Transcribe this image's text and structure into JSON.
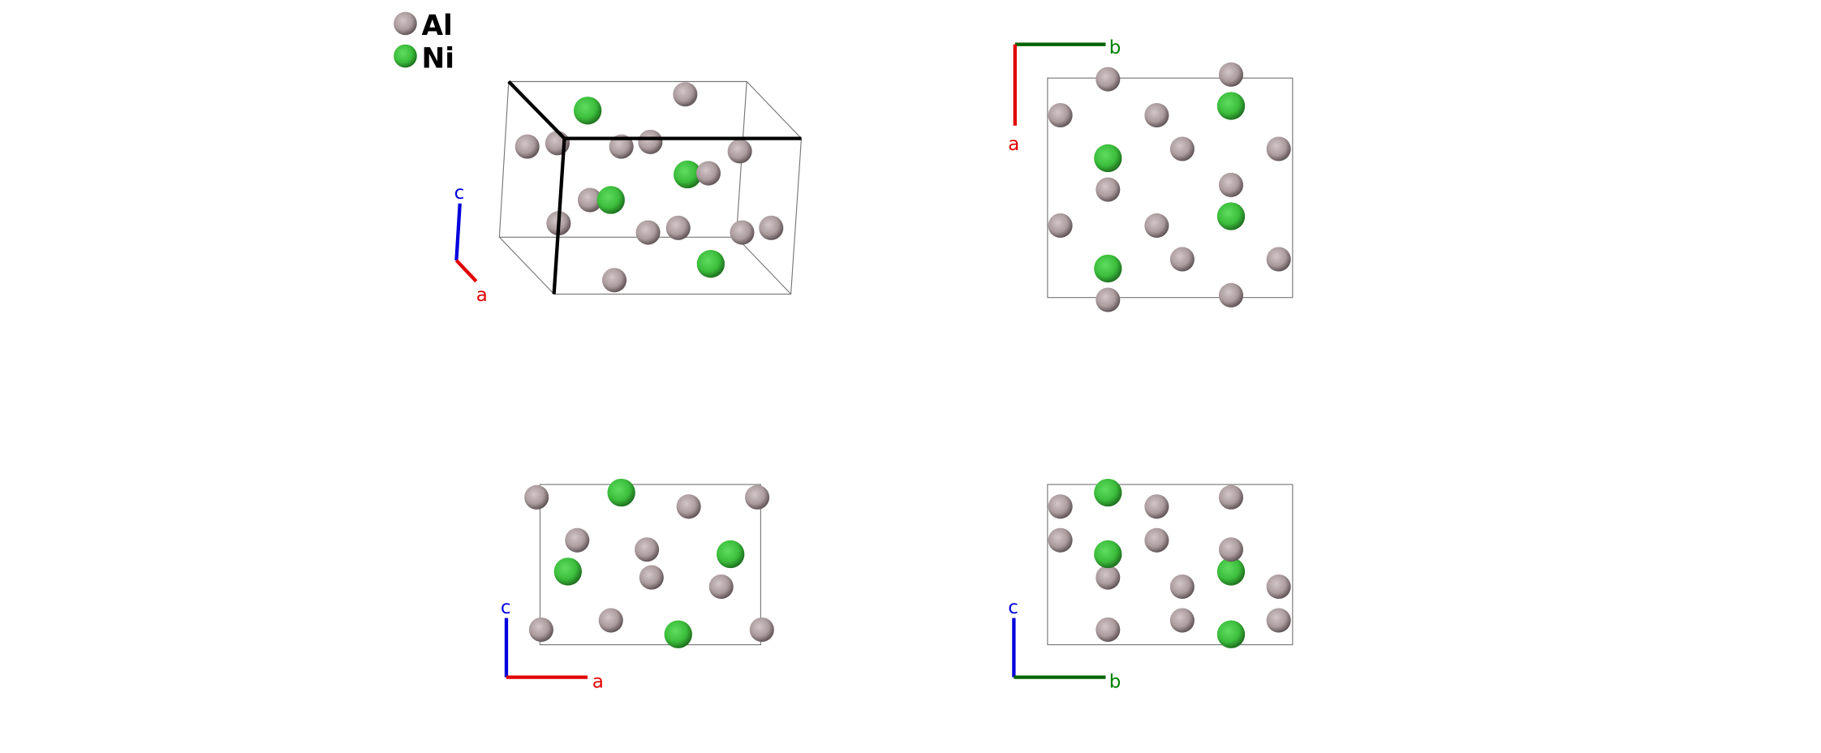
{
  "legend": [
    {
      "element": "Al",
      "color": "#b4a4a6"
    },
    {
      "element": "Ni",
      "color": "#3ec43e"
    }
  ],
  "colors": {
    "a_axis": "#e00000",
    "b_axis": "#006400",
    "c_axis": "#0000dd"
  },
  "views": [
    {
      "name": "perspective",
      "axes": [
        "c",
        "a"
      ]
    },
    {
      "name": "along-c",
      "axes": [
        "b",
        "a"
      ]
    },
    {
      "name": "along-b",
      "axes": [
        "c",
        "a"
      ]
    },
    {
      "name": "along-a",
      "axes": [
        "c",
        "b"
      ]
    }
  ]
}
